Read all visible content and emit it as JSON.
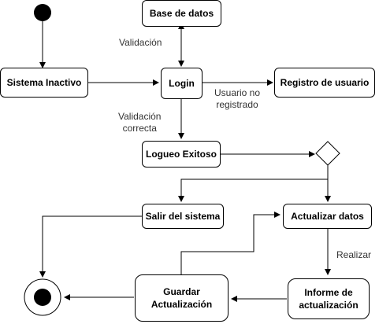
{
  "nodes": {
    "base_datos": "Base de datos",
    "sistema_inactivo": "Sistema Inactivo",
    "login": "Login",
    "registro_usuario": "Registro de usuario",
    "logueo_exitoso": "Logueo Exitoso",
    "salir_sistema": "Salir del sistema",
    "actualizar_datos": "Actualizar datos",
    "guardar_line1": "Guardar",
    "guardar_line2": "Actualización",
    "informe_line1": "Informe de",
    "informe_line2": "actualización"
  },
  "edge_labels": {
    "validacion": "Validación",
    "usuario_no_line1": "Usuario no",
    "usuario_no_line2": "registrado",
    "validacion_correcta_line1": "Validación",
    "validacion_correcta_line2": "correcta",
    "realizar": "Realizar"
  }
}
